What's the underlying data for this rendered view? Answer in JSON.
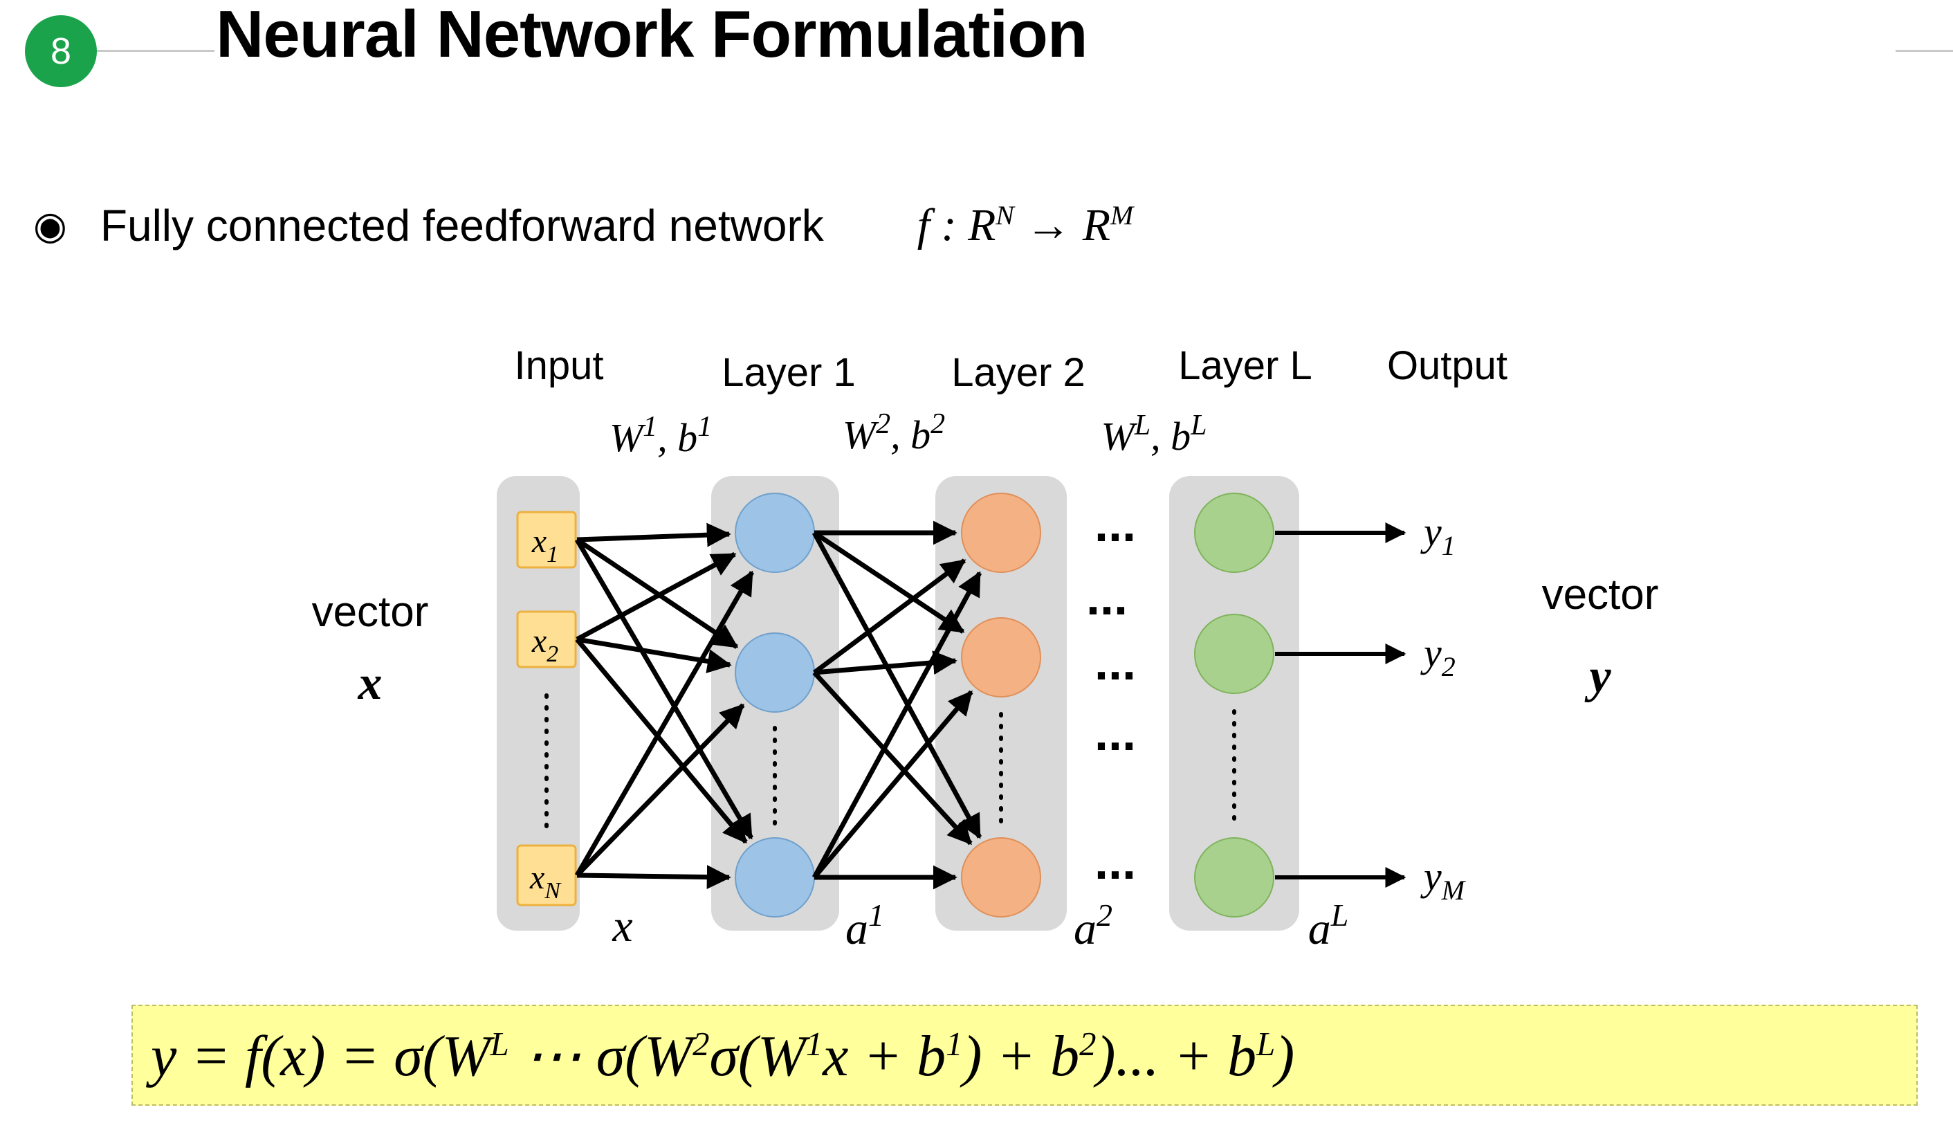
{
  "slide": {
    "page_number": "8",
    "title": "Neural Network Formulation"
  },
  "bullet": {
    "marker": "◉",
    "text": "Fully connected feedforward network"
  },
  "mapping_formula": [
    "f : R",
    "N",
    " → R",
    "M"
  ],
  "diagram": {
    "column_labels": [
      "Input",
      "Layer 1",
      "Layer 2",
      "Layer L",
      "Output"
    ],
    "weight_labels": {
      "w1": [
        "W",
        "1",
        ", b",
        "1"
      ],
      "w2": [
        "W",
        "2",
        ", b",
        "2"
      ],
      "wL": [
        "W",
        "L",
        ", b",
        "L"
      ]
    },
    "input_nodes": {
      "x1": [
        "x",
        "1"
      ],
      "x2": [
        "x",
        "2"
      ],
      "xN": [
        "x",
        "N"
      ]
    },
    "output_labels": {
      "y1": [
        "y",
        "1"
      ],
      "y2": [
        "y",
        "2"
      ],
      "yM": [
        "y",
        "M"
      ]
    },
    "activation_labels": {
      "x": "x",
      "a1": [
        "a",
        "1"
      ],
      "a2": [
        "a",
        "2"
      ],
      "aL": [
        "a",
        "L"
      ]
    },
    "vector_left": {
      "word": "vector",
      "symbol": "x"
    },
    "vector_right": {
      "word": "vector",
      "symbol": "y"
    },
    "continuation_dots": "..."
  },
  "formula": [
    "y = f(x) = σ(W",
    "L",
    " ⋯ σ(W",
    "2",
    "σ(W",
    "1",
    "x + b",
    "1",
    ") + b",
    "2",
    ")... + b",
    "L",
    ")"
  ],
  "colors": {
    "page_badge": "#1aa34a",
    "column_bg": "#d9d9d9",
    "input_box_fill": "#ffdf94",
    "input_box_border": "#edb13f",
    "layer1_node": "#9dc3e6",
    "layer1_node_border": "#6fa0cc",
    "layer2_node": "#f4b183",
    "layer2_node_border": "#e08f58",
    "layerL_node": "#a9d18e",
    "layerL_node_border": "#7fb35c",
    "formula_bg": "#ffff9c"
  }
}
